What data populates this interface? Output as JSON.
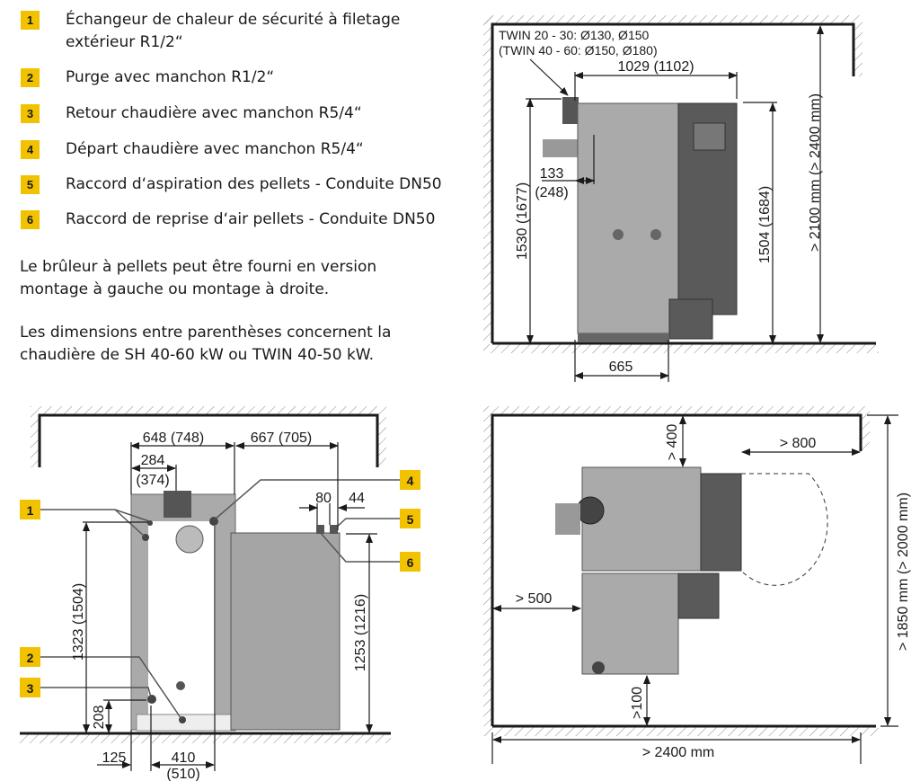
{
  "legend": [
    {
      "num": "1",
      "text_lines": [
        "Échangeur de chaleur de sécurité à filetage",
        "extérieur R1/2“"
      ]
    },
    {
      "num": "2",
      "text_lines": [
        "Purge avec manchon R1/2“"
      ]
    },
    {
      "num": "3",
      "text_lines": [
        "Retour chaudière avec manchon R5/4“"
      ]
    },
    {
      "num": "4",
      "text_lines": [
        "Départ chaudière avec manchon R5/4“"
      ]
    },
    {
      "num": "5",
      "text_lines": [
        "Raccord d‘aspiration des pellets - Conduite DN50"
      ]
    },
    {
      "num": "6",
      "text_lines": [
        "Raccord de reprise d‘air pellets - Conduite DN50"
      ]
    }
  ],
  "notes": [
    [
      "Le brûleur à pellets peut être fourni en version",
      "montage à gauche ou montage à droite."
    ],
    [
      "Les dimensions entre parenthèses concernent la",
      "chaudière de SH 40-60 kW ou TWIN 40-50 kW."
    ]
  ],
  "side_view": {
    "flue_line1": "TWIN 20 - 30: Ø130, Ø150",
    "flue_line2": "(TWIN 40 - 60: Ø150, Ø180)",
    "depth": "1029 (1102)",
    "height_left": "1530 (1677)",
    "height_right": "1504 (1684)",
    "room_height": "> 2100 mm (> 2400 mm)",
    "offset_top": "133",
    "offset_top_alt": "(248)",
    "base_depth": "665"
  },
  "front_view": {
    "width_boiler": "648 (748)",
    "width_hopper": "667 (705)",
    "flue_offset": "284",
    "flue_offset_alt": "(374)",
    "conn_80": "80",
    "conn_44": "44",
    "height_flow": "1323 (1504)",
    "height_hopper": "1253 (1216)",
    "height_return": "208",
    "offset_125": "125",
    "span": "410",
    "span_alt": "(510)"
  },
  "top_view": {
    "clear_back": "> 400",
    "clear_door": "> 800",
    "clear_left": "> 500",
    "clear_front": ">100",
    "room_width": "> 2400 mm",
    "room_depth": "> 1850 mm (> 2000 mm)"
  },
  "colors": {
    "badge": "#f2c200",
    "boiler": "#a9a9a9",
    "panel": "#5a5a5a"
  }
}
